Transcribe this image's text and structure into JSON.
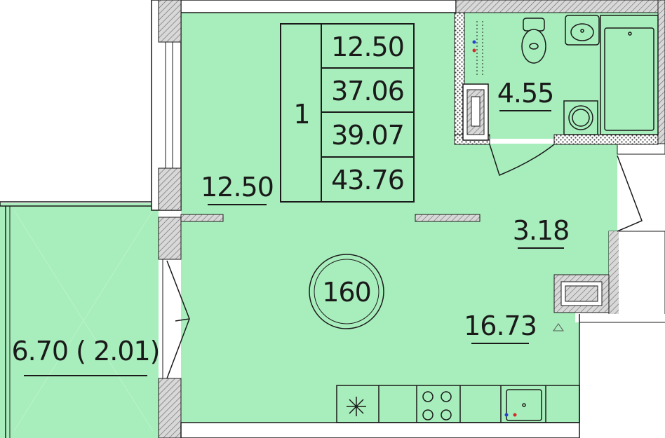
{
  "colors": {
    "room_fill": "#a8eebc",
    "wall_fill": "#d6d6d6",
    "hatch": "#5a5a5a",
    "line": "#1a1a1a",
    "background": "#ffffff"
  },
  "area_table": {
    "rooms_count": "1",
    "values": [
      "12.50",
      "37.06",
      "39.07",
      "43.76"
    ]
  },
  "rooms": {
    "bedroom_area": "12.50",
    "bathroom_area": "4.55",
    "hallway_area": "3.18",
    "kitchen_living_area": "16.73",
    "balcony_area": "6.70 ( 2.01)"
  },
  "apartment_number": "160",
  "icons": [
    "toilet-icon",
    "sink-icon",
    "bathtub-icon",
    "washing-machine-icon",
    "cooktop-icon",
    "kitchen-sink-icon",
    "ventilation-icon",
    "radiator-icon"
  ]
}
